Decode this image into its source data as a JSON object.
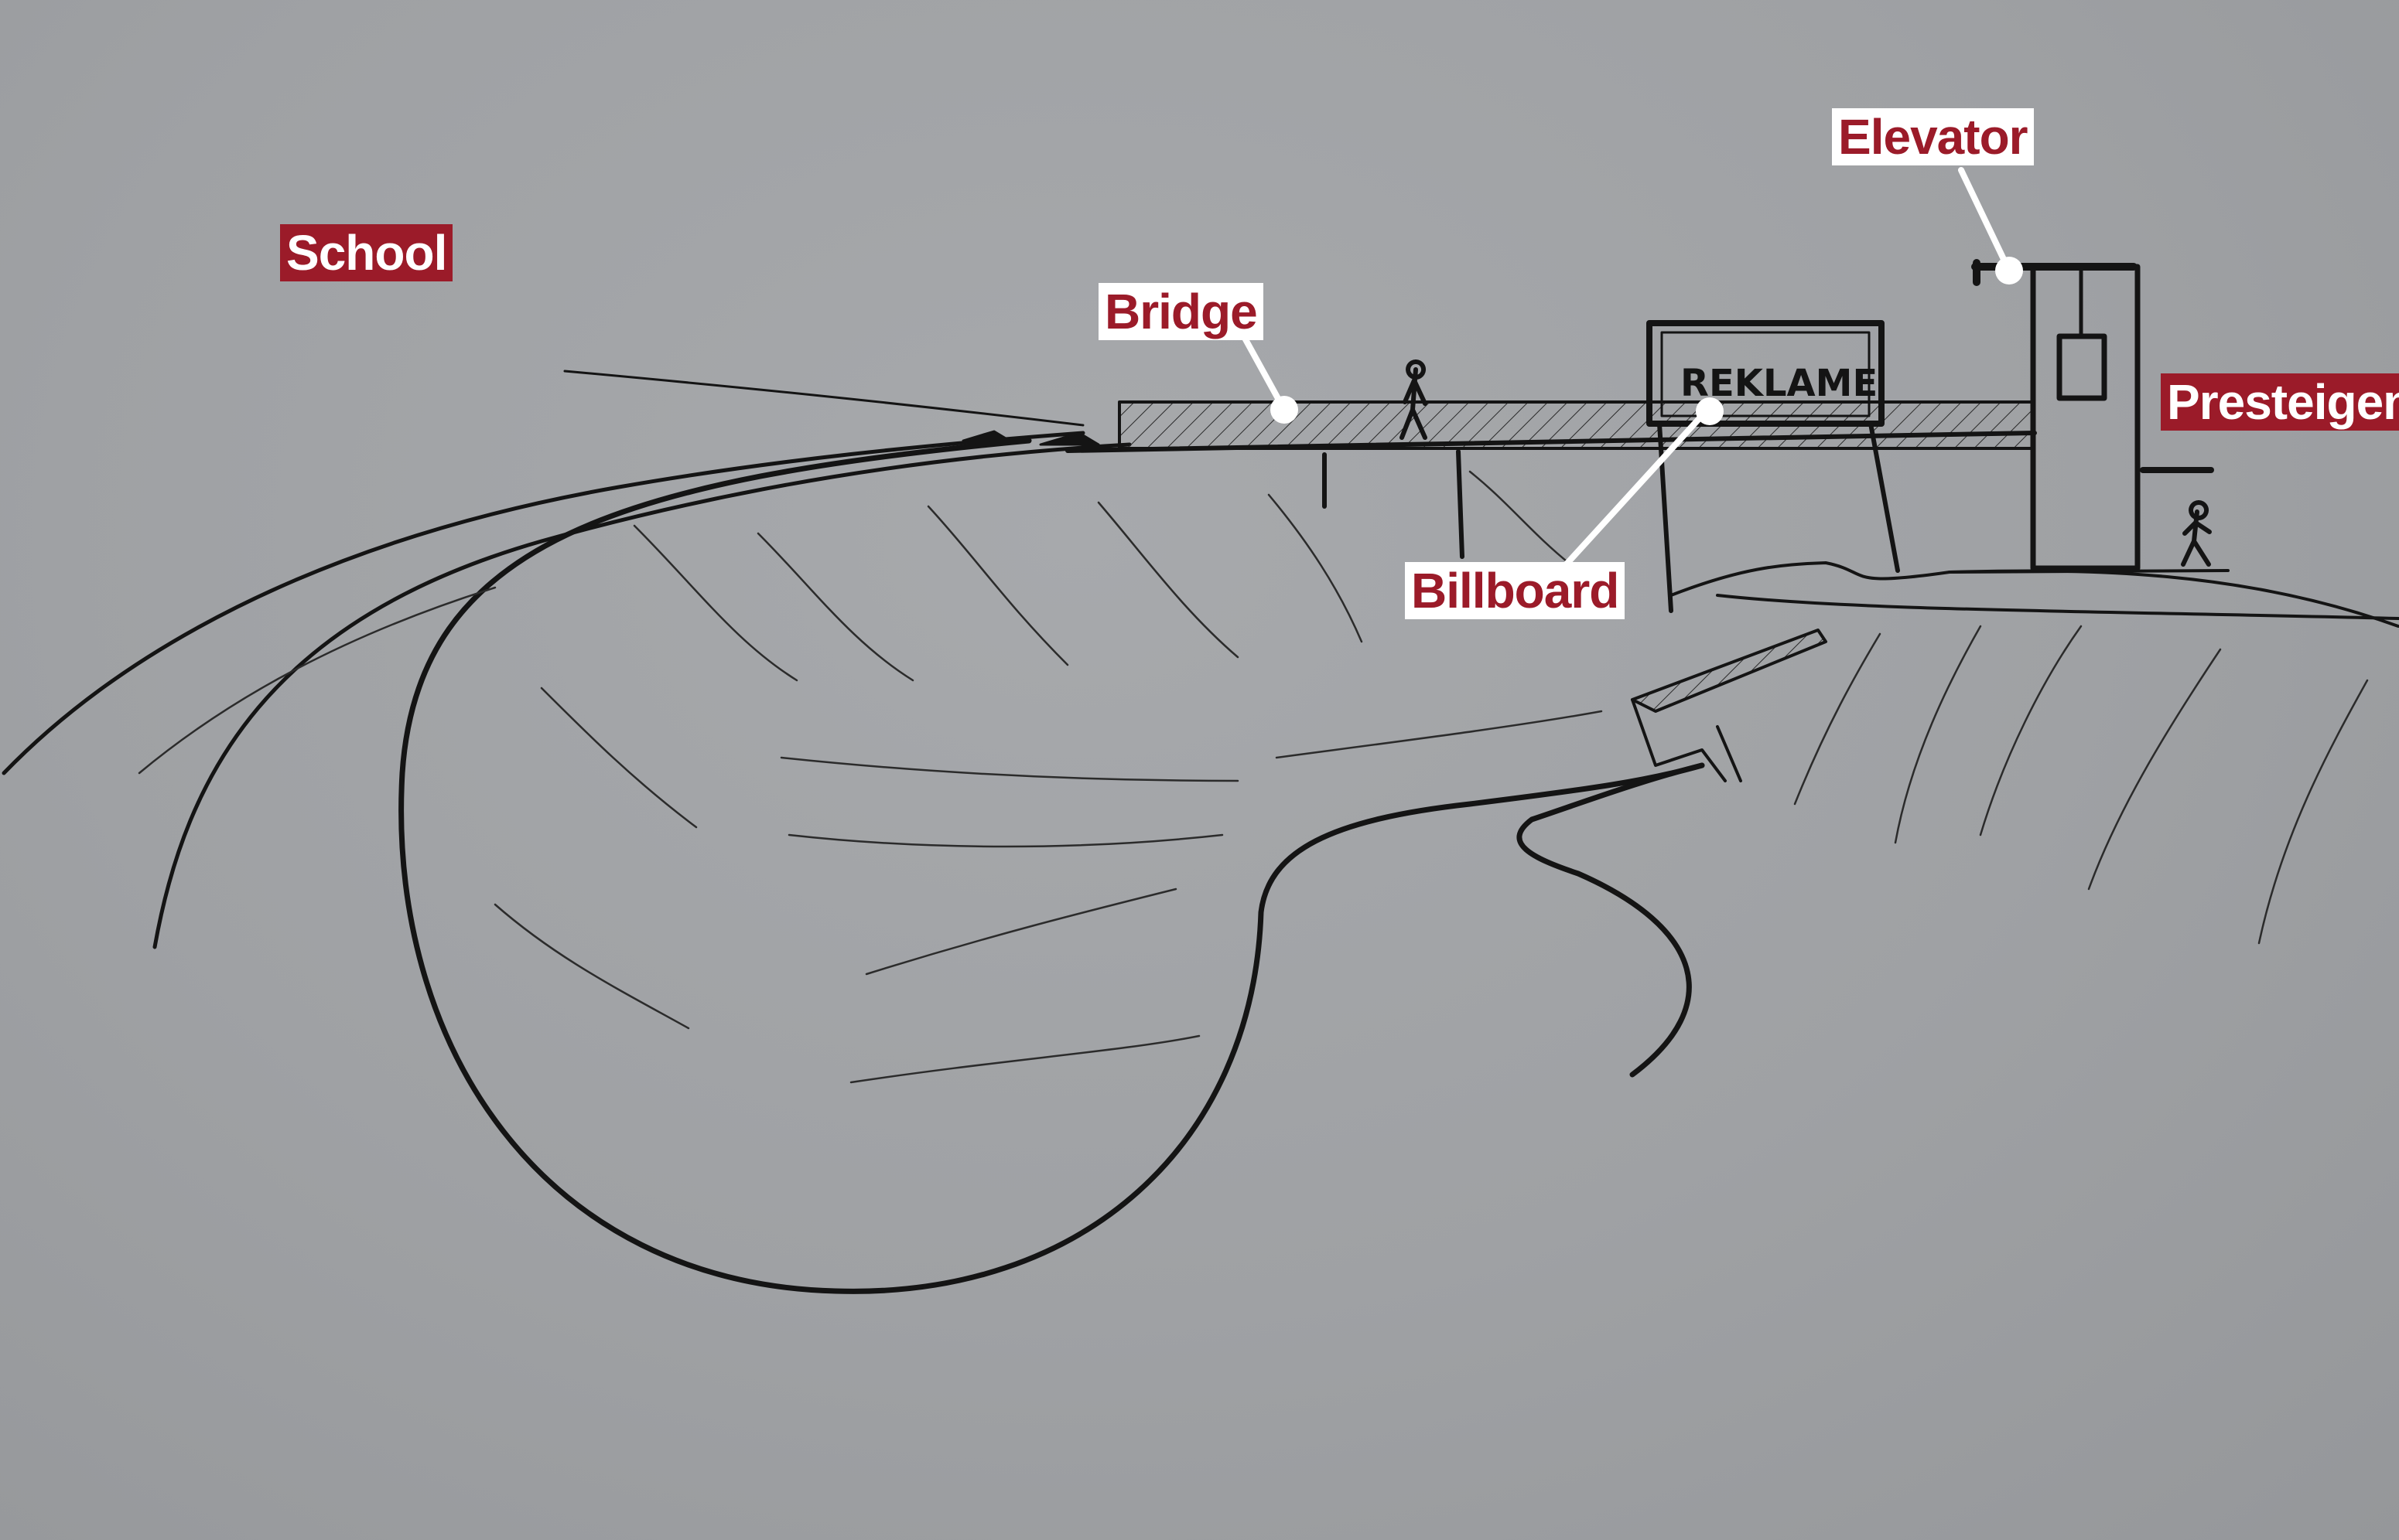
{
  "labels": {
    "school": "School",
    "bridge": "Bridge",
    "billboard": "Billboard",
    "elevator": "Elevator",
    "presteigen": "Presteigen"
  },
  "sign_text": "REKLAME",
  "colors": {
    "label_red": "#9b1b29",
    "label_white": "#ffffff",
    "paper": "#9ea0a3",
    "ink": "#141414"
  }
}
